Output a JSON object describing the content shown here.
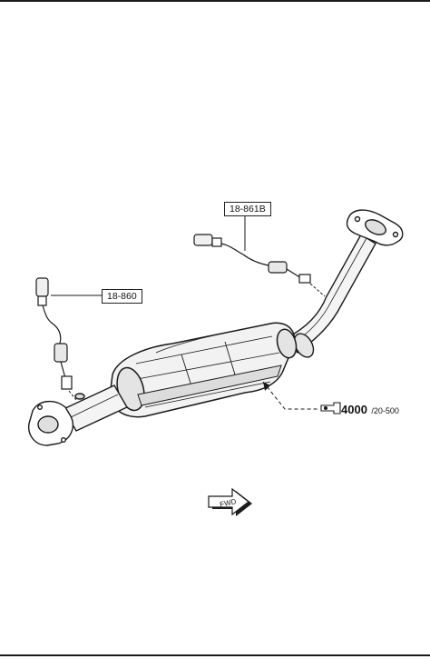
{
  "callouts": {
    "upper_sensor_ref": "18-861B",
    "lower_sensor_ref": "18-860"
  },
  "torque_ref": {
    "main": "4000",
    "sub": "/20-500"
  },
  "direction_arrow_label": "FWD",
  "colors": {
    "line": "#1a1a1a",
    "shade": "#d9d9d9",
    "background": "#ffffff"
  }
}
